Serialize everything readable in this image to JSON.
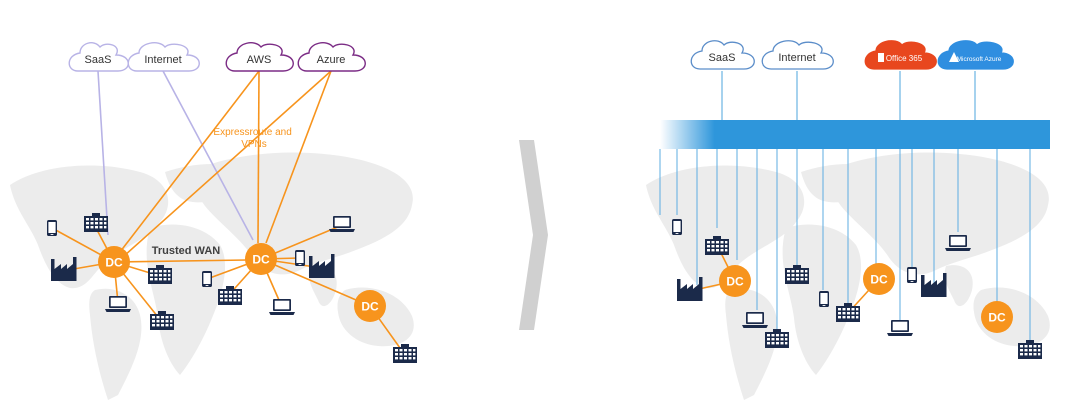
{
  "colors": {
    "orange": "#F7941D",
    "lavender": "#B8B3E6",
    "cloud_blue": "#5B8DC9",
    "purple": "#7B2C85",
    "navy": "#1B2A4A",
    "bar_blue": "#2E96DB",
    "drop_line": "#6BB3E3",
    "map_gray": "#ECECEC",
    "office_red": "#E8471E",
    "azure_blue": "#2F8EE0"
  },
  "before": {
    "clouds": [
      {
        "id": "saas",
        "label": "SaaS"
      },
      {
        "id": "internet",
        "label": "Internet"
      },
      {
        "id": "aws",
        "label": "AWS"
      },
      {
        "id": "azure",
        "label": "Azure"
      }
    ],
    "expressroute_label": "Expressroute and\nVPNs",
    "wan_label": "Trusted WAN",
    "dc_label": "DC"
  },
  "divider": {
    "icon": "chevron-right-icon"
  },
  "after": {
    "clouds": [
      {
        "id": "saas",
        "label": "SaaS"
      },
      {
        "id": "internet",
        "label": "Internet"
      },
      {
        "id": "office365",
        "label": "Office 365"
      },
      {
        "id": "microsoft-azure",
        "label": "Microsoft Azure"
      }
    ],
    "dc_label": "DC"
  }
}
